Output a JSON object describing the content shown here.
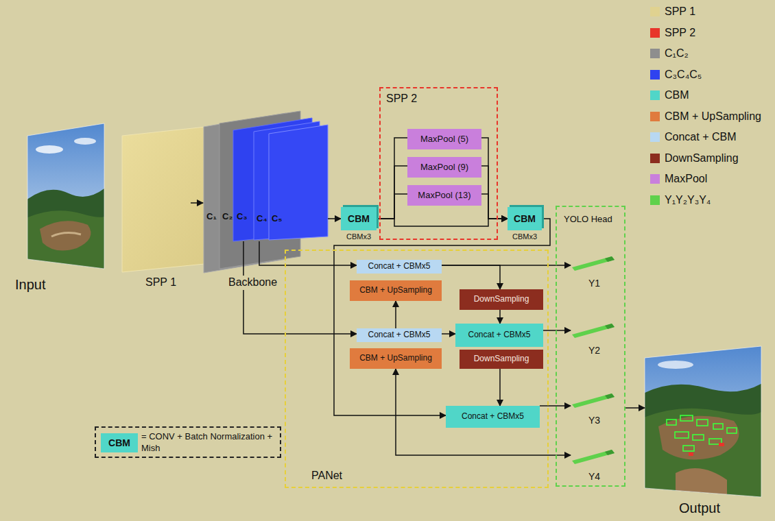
{
  "diagram": {
    "nodes": [
      {
        "text": [
          "Input"
        ]
      },
      {
        "text": [
          "SPP 1"
        ]
      },
      {
        "text": [
          "Backbone"
        ]
      },
      {
        "text": [
          "CBM"
        ]
      },
      {
        "text": [
          "SPP 2"
        ]
      },
      {
        "text": [
          "MaxPool (5)"
        ],
        "in": 4
      },
      {
        "text": [
          "MaxPool (9)"
        ],
        "in": 4
      },
      {
        "text": [
          "MaxPool (13)"
        ],
        "in": 4
      },
      {
        "text": [
          "CBM"
        ]
      },
      {
        "text": [
          "PANet"
        ]
      },
      {
        "text": [
          "Concat + CBMx5"
        ],
        "in": 9
      },
      {
        "text": [
          "CBM + UpSampling"
        ],
        "in": 9
      },
      {
        "text": [
          "DownSampling"
        ],
        "in": 9
      },
      {
        "text": [
          "Concat + CBMx5"
        ],
        "in": 9
      },
      {
        "text": [
          "Concat + CBMx5"
        ],
        "in": 9
      },
      {
        "text": [
          "CBM + UpSampling"
        ],
        "in": 9
      },
      {
        "text": [
          "DownSampling"
        ],
        "in": 9
      },
      {
        "text": [
          "Concat + CBMx5"
        ],
        "in": 9
      },
      {
        "text": [
          "YOLO Head"
        ]
      },
      {
        "text": [
          "Y1"
        ],
        "in": 18
      },
      {
        "text": [
          "Y2"
        ],
        "in": 18
      },
      {
        "text": [
          "Y3"
        ],
        "in": 18
      },
      {
        "text": [
          "Y4"
        ],
        "in": 18
      },
      {
        "text": [
          "Output"
        ]
      },
      {
        "text": [
          "= CONV + Batch Normalization + Mish"
        ]
      },
      {
        "text": [
          "CBM"
        ],
        "in": 24
      }
    ],
    "edges": [
      {
        "from": 1,
        "to": 2,
        "arrow": "to"
      },
      {
        "from": 2,
        "to": 3,
        "arrow": "to"
      },
      {
        "from": 3,
        "to": 5,
        "arrow": "none"
      },
      {
        "from": 3,
        "to": 6,
        "arrow": "none"
      },
      {
        "from": 3,
        "to": 7,
        "arrow": "none"
      },
      {
        "from": 5,
        "to": 8,
        "arrow": "to"
      },
      {
        "from": 6,
        "to": 8,
        "arrow": "to"
      },
      {
        "from": 7,
        "to": 8,
        "arrow": "to"
      },
      {
        "from": 3,
        "to": 8,
        "arrow": "to"
      },
      {
        "from": 2,
        "to": 10,
        "arrow": "to"
      },
      {
        "from": 2,
        "to": 13,
        "arrow": "to"
      },
      {
        "from": 10,
        "to": 19,
        "arrow": "to"
      },
      {
        "from": 10,
        "to": 12,
        "arrow": "to"
      },
      {
        "from": 13,
        "to": 11,
        "arrow": "to"
      },
      {
        "from": 13,
        "to": 14,
        "arrow": "to"
      },
      {
        "from": 12,
        "to": 14,
        "arrow": "to"
      },
      {
        "from": 14,
        "to": 20,
        "arrow": "to"
      },
      {
        "from": 16,
        "to": 17,
        "arrow": "to"
      },
      {
        "from": 8,
        "to": 17,
        "arrow": "to"
      },
      {
        "from": 17,
        "to": 21,
        "arrow": "to"
      },
      {
        "from": 15,
        "to": 22,
        "arrow": "both"
      },
      {
        "from": 18,
        "to": 23,
        "arrow": "to"
      }
    ],
    "labels": [
      "C₁",
      "C₂",
      "C₃",
      "C₄",
      "C₅",
      "CBMx3",
      "CBMx3"
    ],
    "legend": [
      {
        "text": "SPP 1",
        "color": "#e0d290"
      },
      {
        "text": "SPP 2",
        "color": "#e8352a"
      },
      {
        "text": "C₁C₂",
        "color": "#8e8e8e"
      },
      {
        "text": "C₃C₄C₅",
        "color": "#2f42f0"
      },
      {
        "text": "CBM",
        "color": "#50d6c8"
      },
      {
        "text": "CBM + UpSampling",
        "color": "#e07b3e"
      },
      {
        "text": "Concat + CBM",
        "color": "#b8d8f2"
      },
      {
        "text": "DownSampling",
        "color": "#8c2d1f"
      },
      {
        "text": "MaxPool",
        "color": "#c97fdc"
      },
      {
        "text": "Y₁Y₂Y₃Y₄",
        "color": "#5fd14b"
      }
    ]
  }
}
